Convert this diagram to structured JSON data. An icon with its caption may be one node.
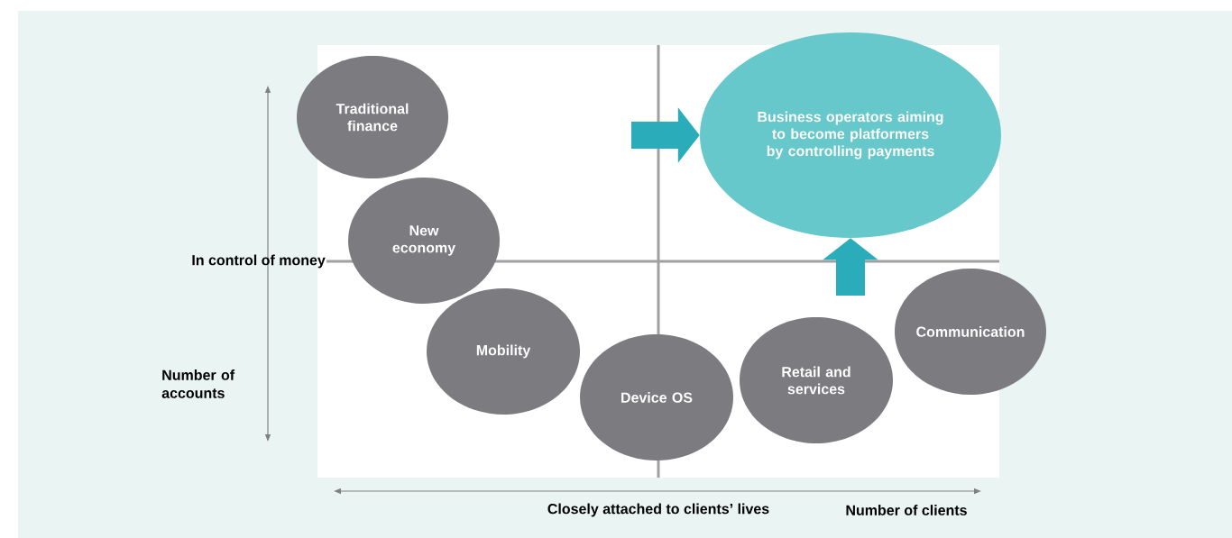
{
  "diagram": {
    "nodes": [
      {
        "text": [
          "Traditional finance"
        ]
      },
      {
        "text": [
          "New economy"
        ]
      },
      {
        "text": [
          "Mobility"
        ]
      },
      {
        "text": [
          "Device OS"
        ]
      },
      {
        "text": [
          "Retail and services"
        ]
      },
      {
        "text": [
          "Communication"
        ]
      },
      {
        "text": [
          "Business operators aiming to become platformers by controlling payments"
        ]
      }
    ],
    "edges": [
      {
        "from": null,
        "to": 6,
        "arrow": "to"
      },
      {
        "from": null,
        "to": 6,
        "arrow": "to"
      }
    ],
    "labels": [
      "In control of money",
      "Number of accounts",
      "Closely attached to clients’ lives",
      "Number of clients"
    ]
  }
}
